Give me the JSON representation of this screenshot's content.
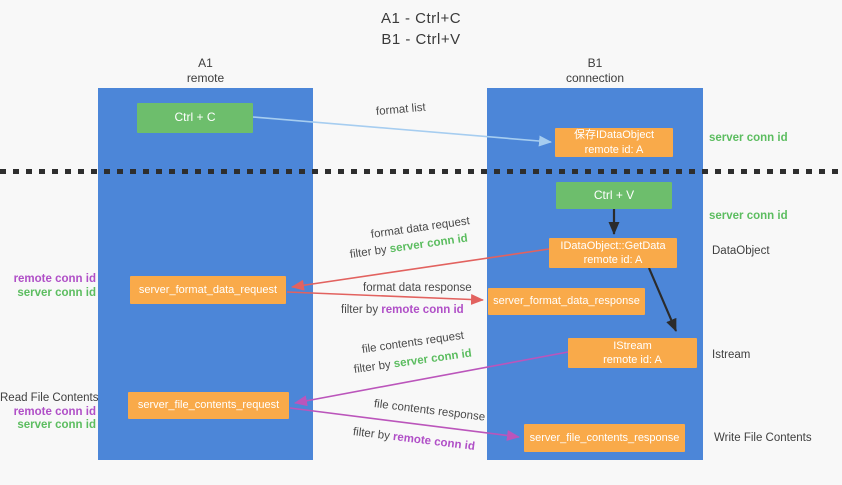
{
  "title": {
    "line1": "A1 - Ctrl+C",
    "line2": "B1 - Ctrl+V"
  },
  "lanes": {
    "a": {
      "title": "A1",
      "subtitle": "remote"
    },
    "b": {
      "title": "B1",
      "subtitle": "connection"
    }
  },
  "boxes": {
    "ctrl_c": {
      "label": "Ctrl + C"
    },
    "ctrl_v": {
      "label": "Ctrl + V"
    },
    "save_idataobject": {
      "line1": "保存IDataObject",
      "line2": "remote id: A"
    },
    "getdata": {
      "line1": "IDataObject::GetData",
      "line2": "remote id: A"
    },
    "istream": {
      "line1": "IStream",
      "line2": "remote id: A"
    },
    "format_request": {
      "label": "server_format_data_request"
    },
    "format_response": {
      "label": "server_format_data_response"
    },
    "file_request": {
      "label": "server_file_contents_request"
    },
    "file_response": {
      "label": "server_file_contents_response"
    }
  },
  "flows": {
    "format_list": {
      "label": "format list"
    },
    "format_data_request": {
      "title": "format data request",
      "filter_prefix": "filter by ",
      "filter_key": "server conn id"
    },
    "format_data_response": {
      "title": "format data response",
      "filter_prefix": "filter by ",
      "filter_key": "remote conn id"
    },
    "file_contents_request": {
      "title": "file contents request",
      "filter_prefix": "filter by ",
      "filter_key": "server conn id"
    },
    "file_contents_response": {
      "title": "file contents response",
      "filter_prefix": "filter by ",
      "filter_key": "remote conn id"
    }
  },
  "side_labels": {
    "left_format": {
      "remote": "remote conn id",
      "server": "server conn id"
    },
    "left_file": {
      "title": "Read File Contents",
      "remote": "remote conn id",
      "server": "server conn id"
    },
    "right": {
      "server_conn_top": "server conn id",
      "server_conn_mid": "server conn id",
      "dataobject": "DataObject",
      "istream": "Istream",
      "write_file": "Write File Contents"
    }
  },
  "colors": {
    "lane_blue": "#4c86d8",
    "box_orange": "#f9aa4a",
    "box_green": "#6dbe6c",
    "arrow_red": "#e2625f",
    "arrow_purple": "#bb55bb",
    "arrow_lightblue": "#a6cdf0",
    "arrow_black": "#2b2b2b",
    "key_green_text": "#5cbd60",
    "key_purple_text": "#b04fc7",
    "background": "#f8f8f8"
  }
}
